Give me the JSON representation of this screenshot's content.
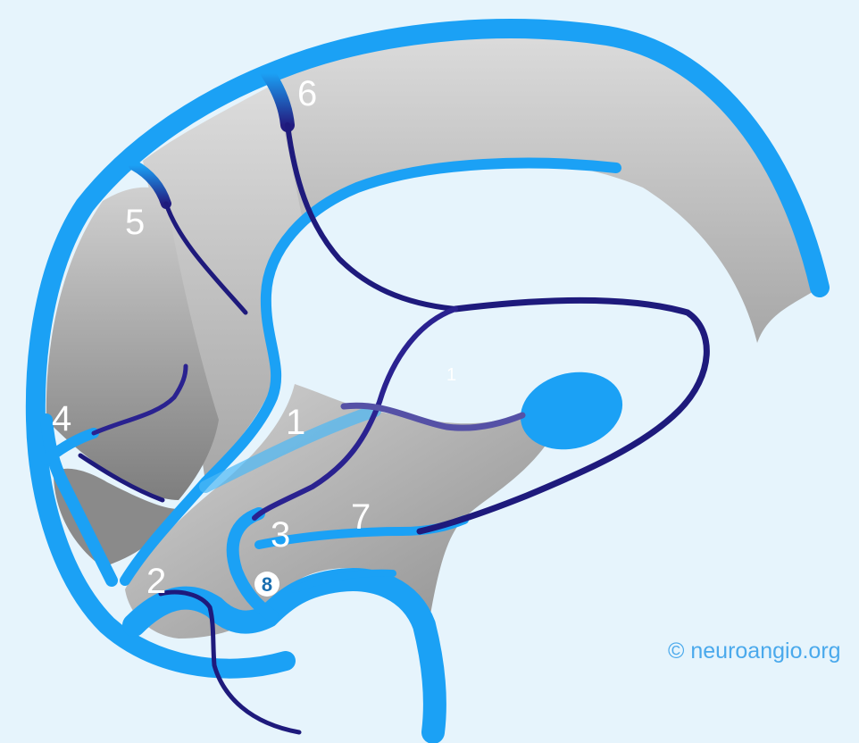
{
  "labels": {
    "l1": "1",
    "l1_small": "1",
    "l2": "2",
    "l3": "3",
    "l4": "4",
    "l5": "5",
    "l6": "6",
    "l7": "7",
    "l8": "8"
  },
  "credit": "© neuroangio.org",
  "colors": {
    "background": "#e6f4fc",
    "sinus_blue": "#1ba1f5",
    "deep_vein": "#1e1a7c",
    "brain_gray": "#bdbdbd"
  }
}
